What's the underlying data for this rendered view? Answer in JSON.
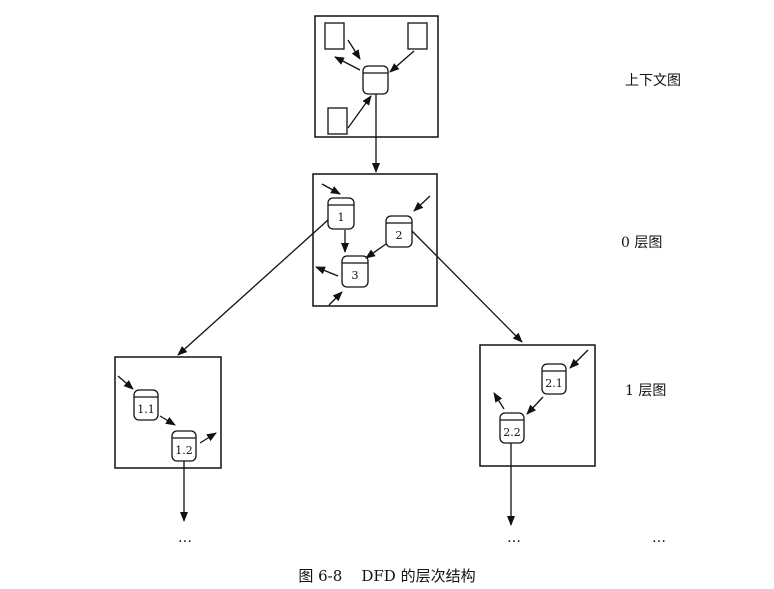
{
  "levels": [
    {
      "label": "上下文图"
    },
    {
      "label": "0 层图"
    },
    {
      "label": "1 层图"
    }
  ],
  "diagram": {
    "level0_processes": [
      "1",
      "2",
      "3"
    ],
    "level1_left_processes": [
      "1.1",
      "1.2"
    ],
    "level1_right_processes": [
      "2.1",
      "2.2"
    ]
  },
  "continuation": [
    "…",
    "…",
    "…"
  ],
  "caption": "图 6-8    DFD 的层次结构"
}
